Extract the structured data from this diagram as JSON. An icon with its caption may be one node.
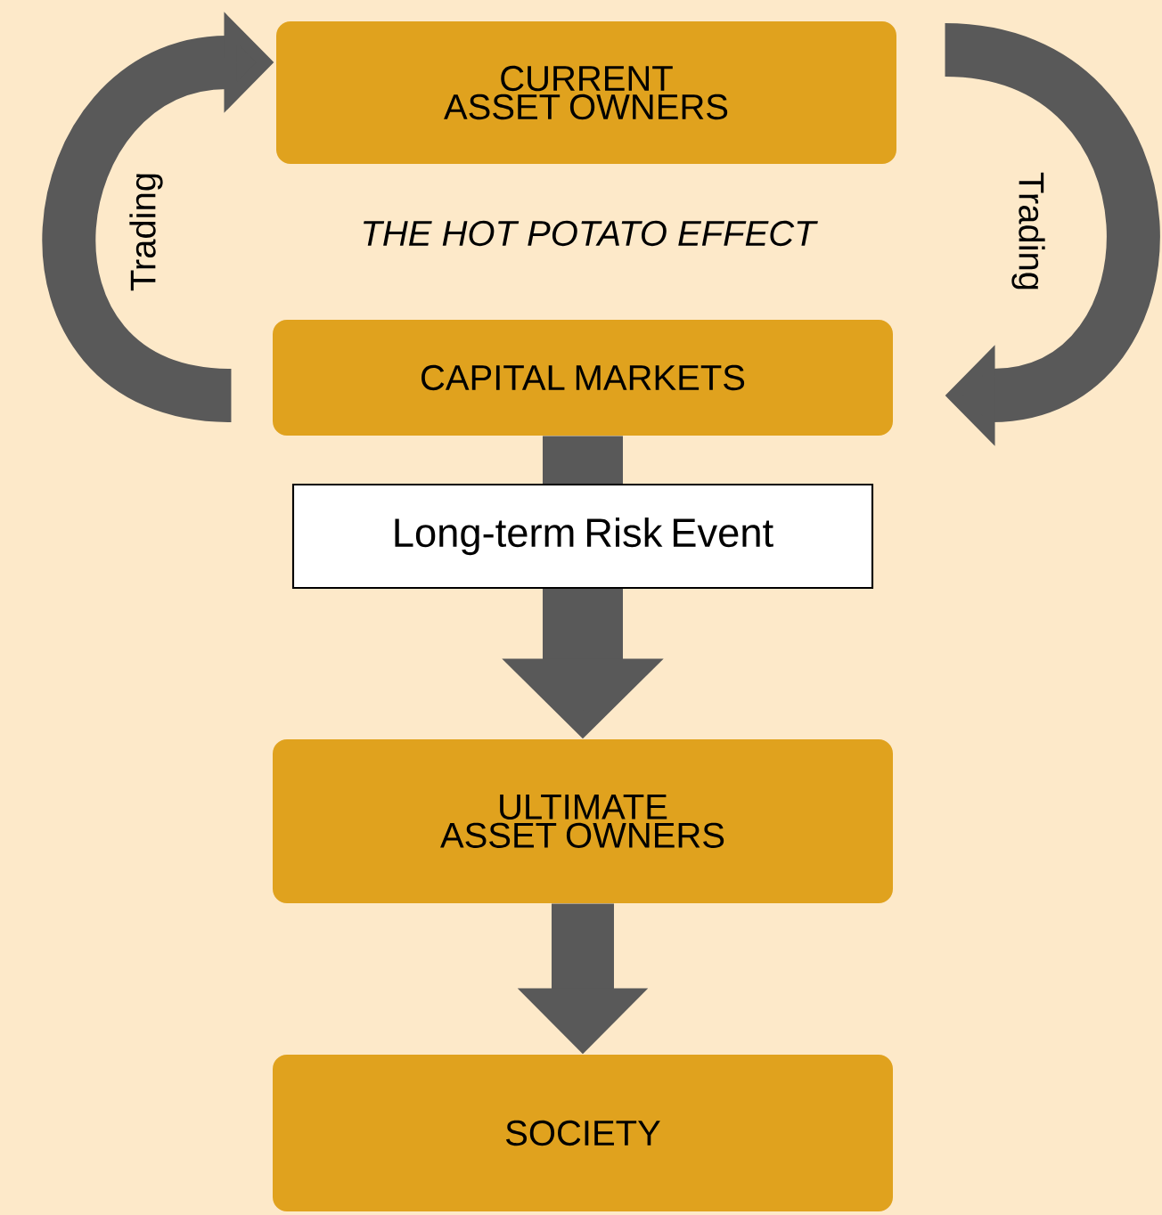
{
  "diagram": {
    "nodes": [
      {
        "text": [
          "CURRENT ASSET OWNERS"
        ]
      },
      {
        "text": [
          "CAPITAL MARKETS"
        ]
      },
      {
        "text": [
          "Long-term Risk Event"
        ]
      },
      {
        "text": [
          "ULTIMATE ASSET OWNERS"
        ]
      },
      {
        "text": [
          "SOCIETY"
        ]
      }
    ],
    "edges": [
      {
        "from": 1,
        "to": 0,
        "arrow": "to",
        "label": "Trading"
      },
      {
        "from": 0,
        "to": 1,
        "arrow": "to",
        "label": "Trading"
      },
      {
        "from": 1,
        "to": 2,
        "arrow": "none"
      },
      {
        "from": 2,
        "to": 3,
        "arrow": "to"
      },
      {
        "from": 3,
        "to": 4,
        "arrow": "to"
      }
    ],
    "labels": [
      "THE HOT POTATO EFFECT"
    ]
  }
}
